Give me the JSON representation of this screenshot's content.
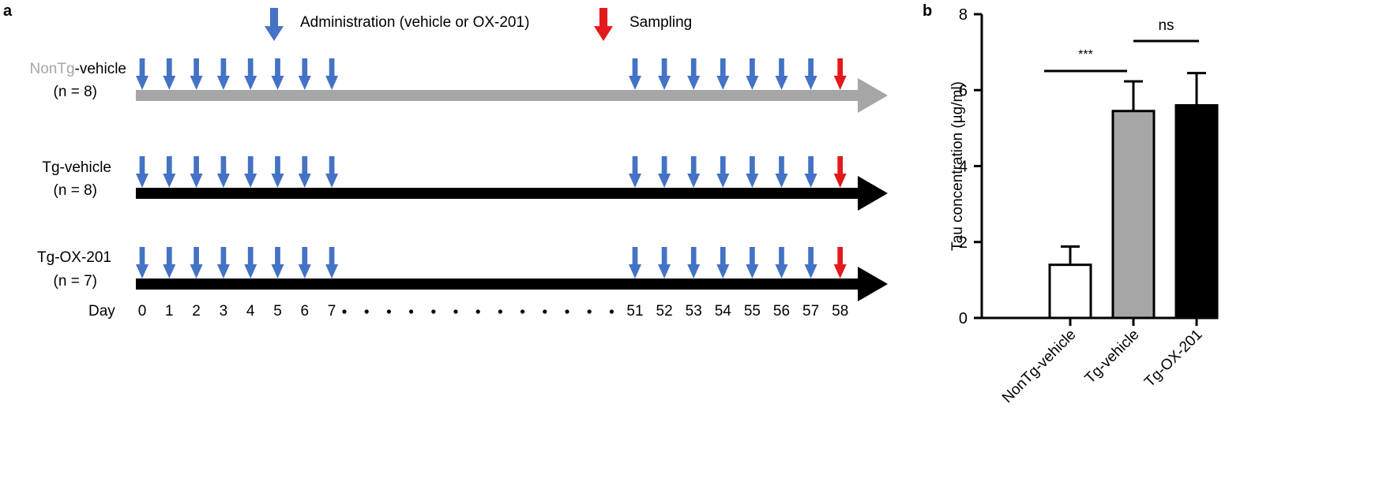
{
  "panels": {
    "a_label": "a",
    "b_label": "b"
  },
  "legend": {
    "administration_label": "Administration (vehicle or OX-201)",
    "sampling_label": "Sampling",
    "administration_color": "#4472c4",
    "sampling_color": "#e3191b"
  },
  "timeline": {
    "groups": [
      {
        "prefix": "NonTg",
        "suffix": "-vehicle",
        "n_label": "(n = 8)",
        "line_color": "#a6a6a6",
        "prefix_color": "#a6a6a6"
      },
      {
        "prefix": "",
        "suffix": "Tg-vehicle",
        "n_label": "(n = 8)",
        "line_color": "#000000",
        "prefix_color": "#000000"
      },
      {
        "prefix": "",
        "suffix": "Tg-OX-201",
        "n_label": "(n = 7)",
        "line_color": "#000000",
        "prefix_color": "#000000"
      }
    ],
    "day_label": "Day",
    "days_first": [
      "0",
      "1",
      "2",
      "3",
      "4",
      "5",
      "6",
      "7"
    ],
    "days_last": [
      "51",
      "52",
      "53",
      "54",
      "55",
      "56",
      "57",
      "58"
    ],
    "administration_days_first": [
      0,
      1,
      2,
      3,
      4,
      5,
      6,
      7
    ],
    "administration_days_last": [
      51,
      52,
      53,
      54,
      55,
      56,
      57
    ],
    "sampling_day": 58
  },
  "chart_data": {
    "type": "bar",
    "ylabel": "Tau concentration (µg/ml)",
    "ylim": [
      0,
      8
    ],
    "yticks": [
      0,
      2,
      4,
      6,
      8
    ],
    "categories": [
      "NonTg-vehicle",
      "Tg-vehicle",
      "Tg-OX-201"
    ],
    "values": [
      1.4,
      5.45,
      5.6
    ],
    "errors": [
      0.48,
      0.78,
      0.85
    ],
    "colors": [
      "#ffffff",
      "#a6a6a6",
      "#000000"
    ],
    "significance": [
      {
        "from": 0,
        "to": 1,
        "label": "***"
      },
      {
        "from": 1,
        "to": 2,
        "label": "ns"
      }
    ]
  }
}
